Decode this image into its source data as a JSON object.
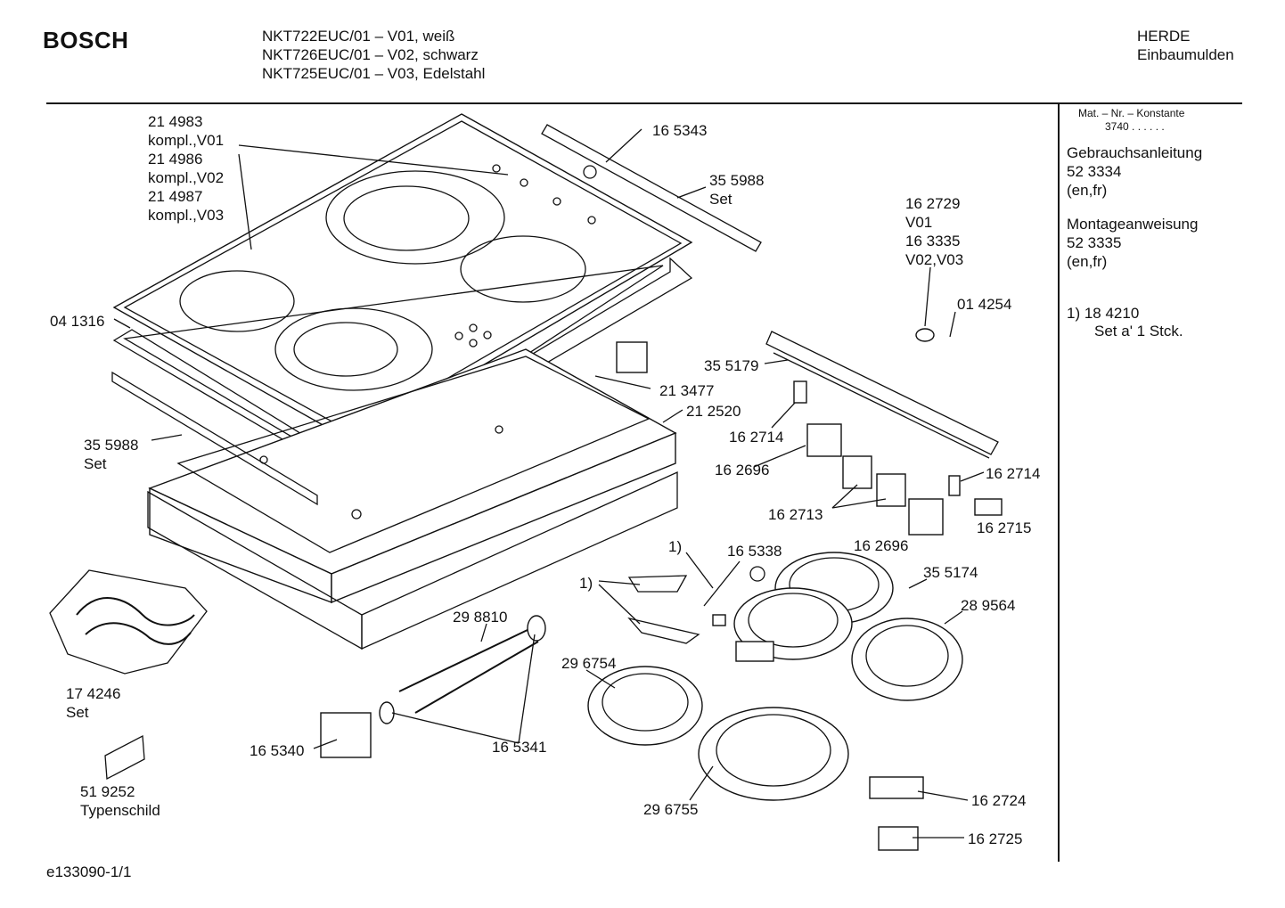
{
  "header": {
    "brand": "BOSCH",
    "models": [
      "NKT722EUC/01 – V01, weiß",
      "NKT726EUC/01 – V02, schwarz",
      "NKT725EUC/01 – V03, Edelstahl"
    ],
    "category": [
      "HERDE",
      "Einbaumulden"
    ]
  },
  "sidebar": {
    "mat_label": "Mat. – Nr. – Konstante",
    "mat_value": "3740  .  .  .  .  .  .",
    "manual_title": "Gebrauchsanleitung",
    "manual_number": "52 3334",
    "manual_lang": "(en,fr)",
    "mount_title": "Montageanweisung",
    "mount_number": "52 3335",
    "mount_lang": "(en,fr)",
    "footnote_line1": "1)  18 4210",
    "footnote_line2": "Set a' 1 Stck."
  },
  "footer": {
    "doc_id": "e133090-1/1"
  },
  "labels": {
    "l214983": "21 4983",
    "lkompl1": "kompl.,V01",
    "l214986": "21 4986",
    "lkompl2": "kompl.,V02",
    "l214987": "21 4987",
    "lkompl3": "kompl.,V03",
    "l165343": "16 5343",
    "l355988a": "35 5988",
    "lseta": "Set",
    "l162729": "16 2729",
    "lv01": "V01",
    "l163335": "16 3335",
    "lv0203": "V02,V03",
    "l014254": "01 4254",
    "l041316": "04 1316",
    "l355179": "35 5179",
    "l213477": "21 3477",
    "l212520": "21 2520",
    "l162714a": "16 2714",
    "l355988b": "35 5988",
    "lsetb": "Set",
    "l162696a": "16 2696",
    "l162714b": "16 2714",
    "l162713": "16 2713",
    "l162715": "16 2715",
    "l1a": "1)",
    "l165338": "16 5338",
    "l162696b": "16 2696",
    "l1b": "1)",
    "l355174": "35 5174",
    "l298810": "29 8810",
    "l289564": "28 9564",
    "l296754": "29 6754",
    "l174246": "17 4246",
    "lsetc": "Set",
    "l165340": "16 5340",
    "l165341": "16 5341",
    "l162724": "16 2724",
    "l519252": "51 9252",
    "ltypen": "Typenschild",
    "l296755": "29 6755",
    "l162725": "16 2725"
  }
}
